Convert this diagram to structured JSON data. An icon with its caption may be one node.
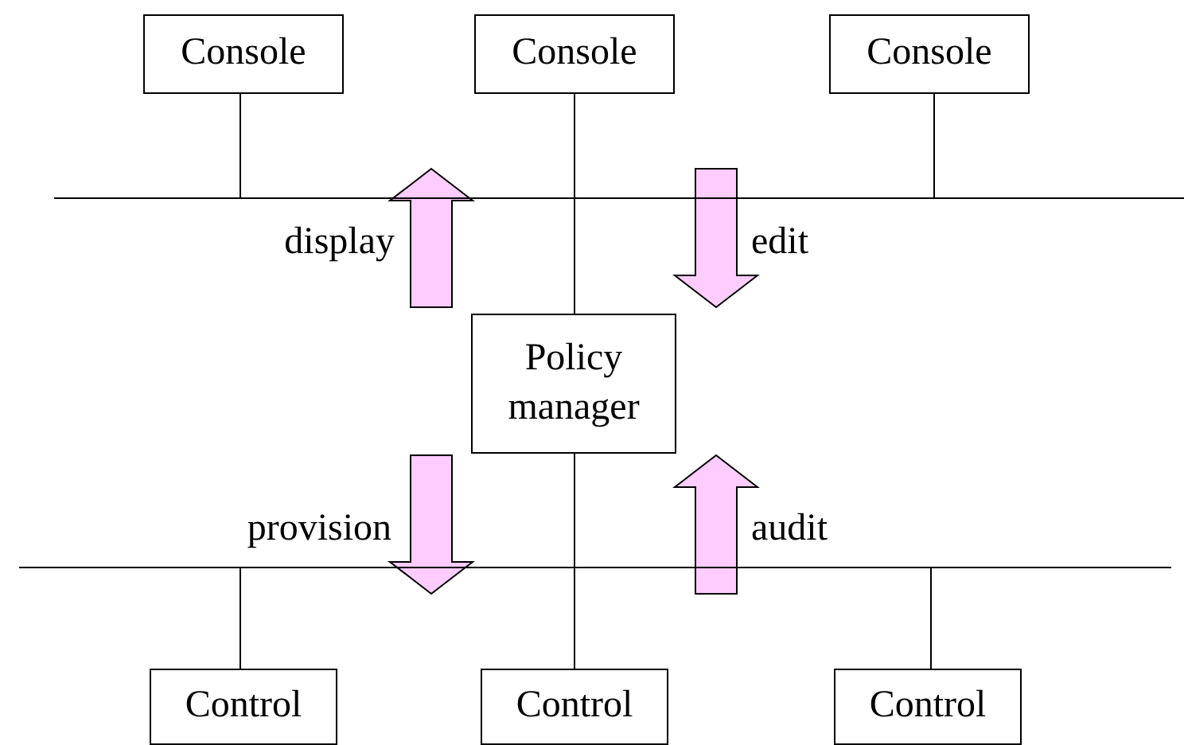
{
  "diagram": {
    "nodes": [
      {
        "text": [
          "Console"
        ]
      },
      {
        "text": [
          "Console"
        ]
      },
      {
        "text": [
          "Console"
        ]
      },
      {
        "text": [],
        "shape": "bar"
      },
      {
        "text": [
          "Policy manager"
        ]
      },
      {
        "text": [],
        "shape": "bar"
      },
      {
        "text": [
          "Control"
        ]
      },
      {
        "text": [
          "Control"
        ]
      },
      {
        "text": [
          "Control"
        ]
      }
    ],
    "edges": [
      {
        "from": 0,
        "to": 3,
        "arrow": "none"
      },
      {
        "from": 1,
        "to": 3,
        "arrow": "none"
      },
      {
        "from": 2,
        "to": 3,
        "arrow": "none"
      },
      {
        "from": 3,
        "to": 4,
        "arrow": "none"
      },
      {
        "from": 4,
        "to": 5,
        "arrow": "none"
      },
      {
        "from": 5,
        "to": 6,
        "arrow": "none"
      },
      {
        "from": 5,
        "to": 7,
        "arrow": "none"
      },
      {
        "from": 5,
        "to": 8,
        "arrow": "none"
      },
      {
        "from": 4,
        "to": 3,
        "arrow": "to",
        "label": "display",
        "style": "thick",
        "color": "#ffccff"
      },
      {
        "from": 3,
        "to": 4,
        "arrow": "to",
        "label": "edit",
        "style": "thick",
        "color": "#ffccff"
      },
      {
        "from": 4,
        "to": 5,
        "arrow": "to",
        "label": "provision",
        "style": "thick",
        "color": "#ffccff"
      },
      {
        "from": 5,
        "to": 4,
        "arrow": "to",
        "label": "audit",
        "style": "thick",
        "color": "#ffccff"
      }
    ]
  }
}
